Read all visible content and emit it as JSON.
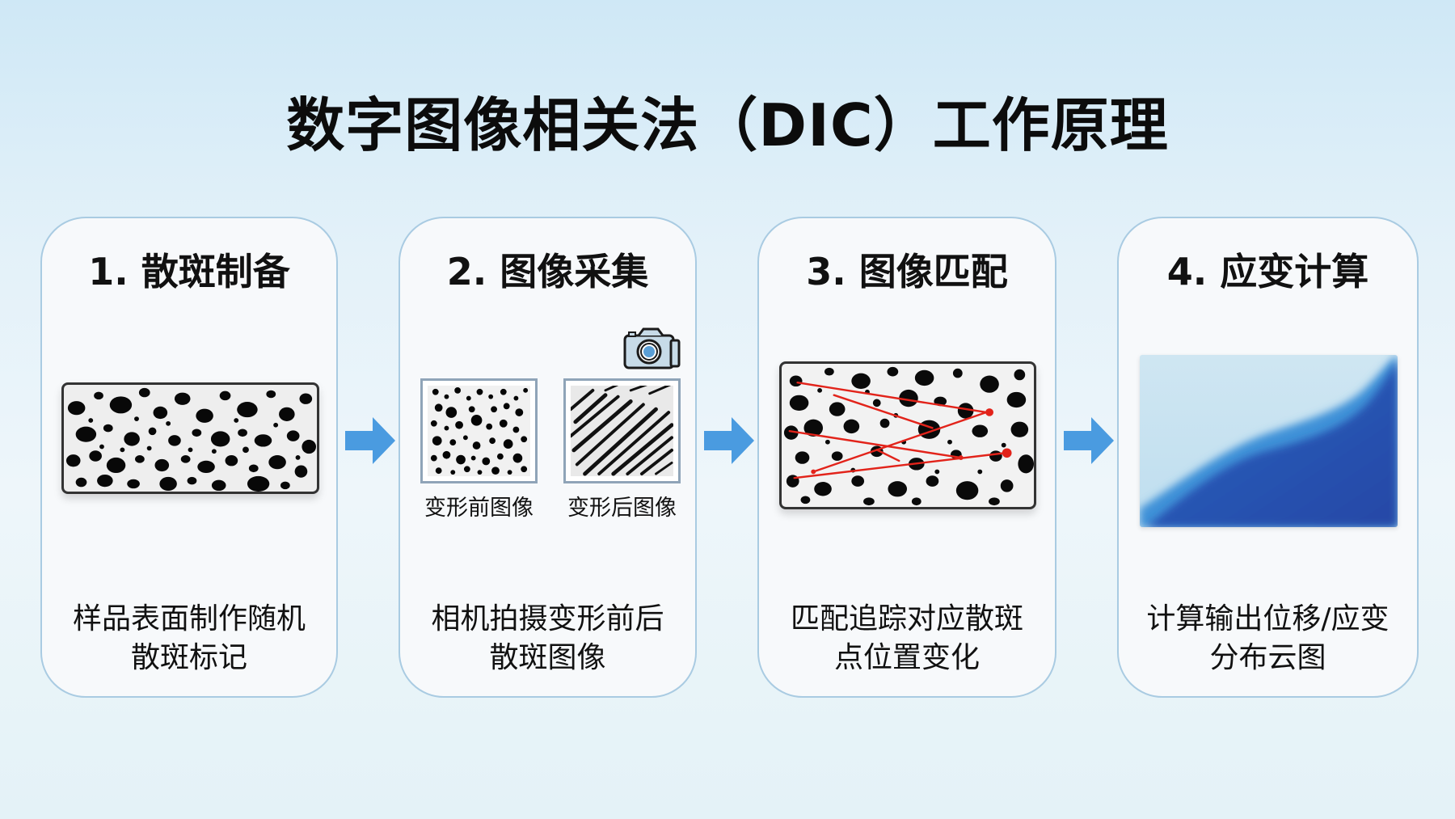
{
  "title": "数字图像相关法（DIC）工作原理",
  "colors": {
    "arrow": "#4a9be0",
    "card_border": "#a9cbe2",
    "match_line": "#e2231a",
    "strain_dark": "#2a4fa8",
    "strain_light": "#c9e4f1"
  },
  "steps": [
    {
      "title": "1. 散斑制备",
      "image": "speckle-pattern",
      "description": "样品表面制作随机\n散斑标记"
    },
    {
      "title": "2. 图像采集",
      "icon": "camera-icon",
      "images": [
        {
          "label": "变形前图像",
          "image": "speckle-before"
        },
        {
          "label": "变形后图像",
          "image": "speckle-after-deformed"
        }
      ],
      "description": "相机拍摄变形前后\n散斑图像"
    },
    {
      "title": "3. 图像匹配",
      "image": "speckle-with-match-lines",
      "description": "匹配追踪对应散斑\n点位置变化"
    },
    {
      "title": "4. 应变计算",
      "image": "strain-contour-map",
      "description": "计算输出位移/应变\n分布云图"
    }
  ],
  "arrows": [
    "right-arrow",
    "right-arrow",
    "right-arrow"
  ]
}
